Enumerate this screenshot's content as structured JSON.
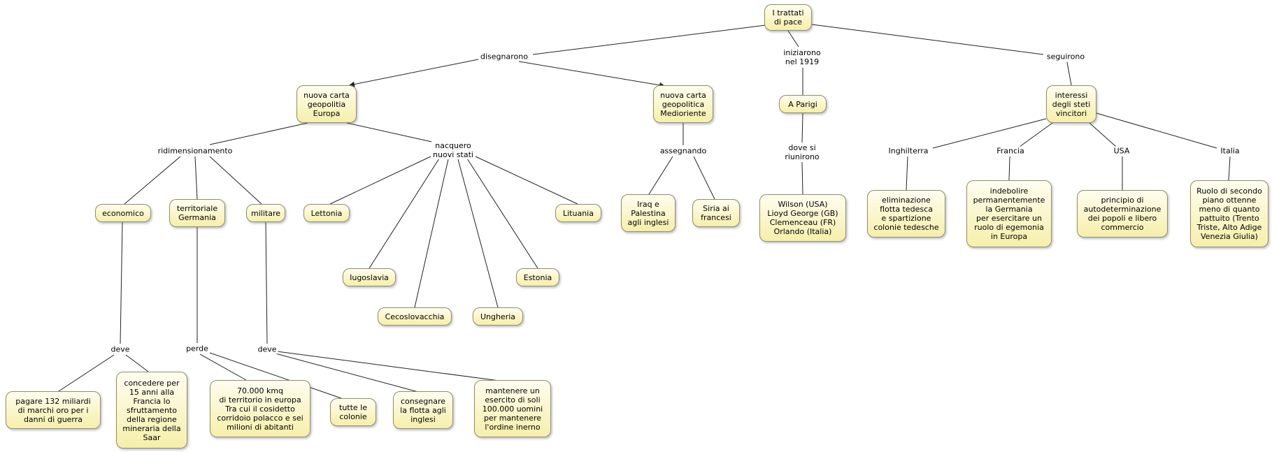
{
  "colors": {
    "background": "#ffffff",
    "text": "#000000",
    "node_fill_top": "#fffdf0",
    "node_fill_bottom": "#f6efab",
    "node_border": "#8f8f6b",
    "line": "#222222"
  },
  "nodes": {
    "root": "I trattati\ndi pace",
    "europa": "nuova carta\ngeopolitia\nEuropa",
    "medioriente": "nuova carta\ngeopolitica\nMedioriente",
    "parigi": "A Parigi",
    "interessi": "interessi\ndegli steti\nvincitori",
    "economico": "economico",
    "territoriale": "territoriale\nGermania",
    "militare": "militare",
    "lettonia": "Lettonia",
    "iugoslavia": "Iugoslavia",
    "cecoslovacchia": "Cecoslovacchia",
    "ungheria": "Ungheria",
    "estonia": "Estonia",
    "lituania": "Lituania",
    "iraq": "Iraq e\nPalestina\nagli inglesi",
    "siria": "Siria ai\nfrancesi",
    "wilson": "Wilson (USA)\nLioyd George (GB)\nClemenceau (FR)\nOrlando (Italia)",
    "eliminazione": "eliminazione\nflotta tedesca\ne spartizione\ncolonie tedesche",
    "indebolire": "indebolire\npermanentemente\nla Germania\nper esercitare un\nruolo di egemonia\nin Europa",
    "principio": "principio di\nautodeterminazione\ndei popoli e libero\ncommercio",
    "ruolo": "Ruolo di secondo\npiano ottenne\nmeno di quanto\npattuito (Trento\nTriste, Alto Adige\nVenezia Giulia)",
    "pagare": "pagare 132 miliardi\ndi marchi oro per i\ndanni di guerra",
    "concedere": "concedere per\n15 anni alla\nFrancia lo\nsfruttamento\ndella regione\nmineraria della\nSaar",
    "kmq": "70.000 kmq\ndi territorio in europa\nTra cui il cosidetto\ncorridoio polacco e sei\nmilioni di abitanti",
    "colonie": "tutte le\ncolonie",
    "consegnare": "consegnare\nla flotta agli\ninglesi",
    "mantenere": "mantenere un\nesercito di soli\n100.000 uomini\nper mantenere\nl'ordine inerno"
  },
  "link_labels": {
    "disegnarono": "disegnarono",
    "iniziarono": "iniziarono\nnel 1919",
    "seguirono": "seguirono",
    "ridimensionamento": "ridimensionamento",
    "nacquero": "nacquero\nnuovi stati",
    "assegnando": "assegnando",
    "dove_si_riunirono": "dove si\nriunirono",
    "inghilterra": "Inghilterra",
    "francia": "Francia",
    "usa": "USA",
    "italia": "Italia",
    "deve_economico": "deve",
    "perde": "perde",
    "deve_militare": "deve"
  },
  "edges": [
    {
      "from": "root",
      "label": "disegnarono",
      "to": [
        "europa",
        "medioriente"
      ]
    },
    {
      "from": "root",
      "label": "iniziarono nel 1919",
      "to": [
        "parigi"
      ]
    },
    {
      "from": "root",
      "label": "seguirono",
      "to": [
        "interessi"
      ]
    },
    {
      "from": "europa",
      "label": "ridimensionamento",
      "to": [
        "economico",
        "territoriale",
        "militare"
      ]
    },
    {
      "from": "europa",
      "label": "nacquero nuovi stati",
      "to": [
        "lettonia",
        "iugoslavia",
        "cecoslovacchia",
        "ungheria",
        "estonia",
        "lituania"
      ]
    },
    {
      "from": "medioriente",
      "label": "assegnando",
      "to": [
        "iraq",
        "siria"
      ]
    },
    {
      "from": "parigi",
      "label": "dove si riunirono",
      "to": [
        "wilson"
      ]
    },
    {
      "from": "interessi",
      "label": "Inghilterra",
      "to": [
        "eliminazione"
      ]
    },
    {
      "from": "interessi",
      "label": "Francia",
      "to": [
        "indebolire"
      ]
    },
    {
      "from": "interessi",
      "label": "USA",
      "to": [
        "principio"
      ]
    },
    {
      "from": "interessi",
      "label": "Italia",
      "to": [
        "ruolo"
      ]
    },
    {
      "from": "economico",
      "label": "deve",
      "to": [
        "pagare",
        "concedere"
      ]
    },
    {
      "from": "territoriale",
      "label": "perde",
      "to": [
        "kmq",
        "colonie"
      ]
    },
    {
      "from": "militare",
      "label": "deve",
      "to": [
        "consegnare",
        "mantenere"
      ]
    }
  ]
}
